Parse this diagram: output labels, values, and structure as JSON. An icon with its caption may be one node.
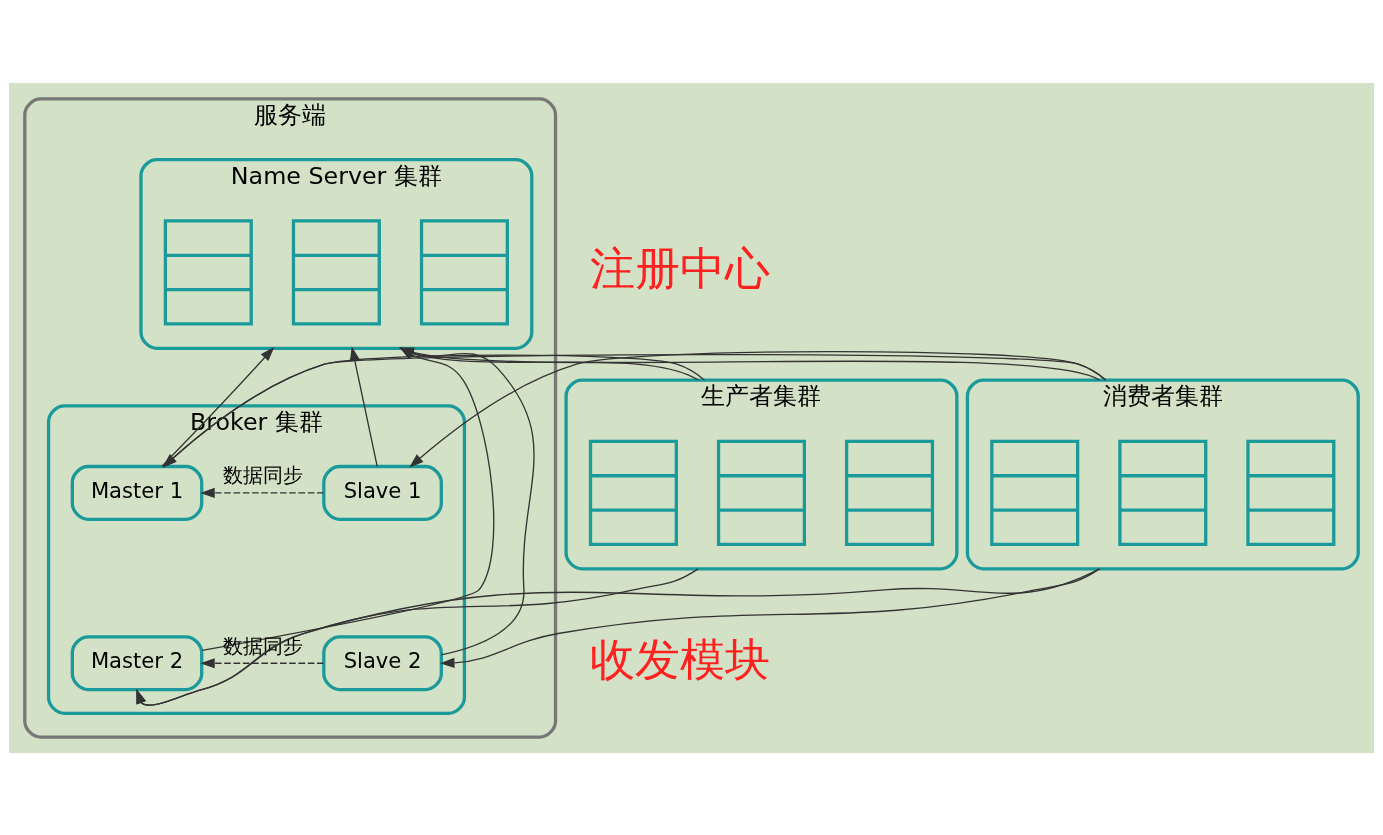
{
  "diagram": {
    "nodes": [
      {
        "text": [
          "服务端"
        ]
      },
      {
        "text": [
          "Name Server 集群"
        ],
        "in": 0
      },
      {
        "text": [],
        "shape": "box",
        "in": 1
      },
      {
        "text": [],
        "shape": "box",
        "in": 1
      },
      {
        "text": [],
        "shape": "box",
        "in": 1
      },
      {
        "text": [
          "Broker 集群"
        ],
        "in": 0
      },
      {
        "text": [
          "Master 1"
        ],
        "in": 5
      },
      {
        "text": [
          "Slave 1"
        ],
        "in": 5
      },
      {
        "text": [
          "Master 2"
        ],
        "in": 5
      },
      {
        "text": [
          "Slave 2"
        ],
        "in": 5
      },
      {
        "text": [
          "生产者集群"
        ]
      },
      {
        "text": [],
        "shape": "box",
        "in": 10
      },
      {
        "text": [],
        "shape": "box",
        "in": 10
      },
      {
        "text": [],
        "shape": "box",
        "in": 10
      },
      {
        "text": [
          "消费者集群"
        ]
      },
      {
        "text": [],
        "shape": "box",
        "in": 14
      },
      {
        "text": [],
        "shape": "box",
        "in": 14
      },
      {
        "text": [],
        "shape": "box",
        "in": 14
      }
    ],
    "edges": [
      {
        "from": 10,
        "to": 1,
        "arrow": "to"
      },
      {
        "from": 10,
        "to": 6,
        "arrow": "to"
      },
      {
        "from": 10,
        "to": 8,
        "arrow": "to"
      },
      {
        "from": 6,
        "to": 1,
        "arrow": "to"
      },
      {
        "from": 8,
        "to": 1,
        "arrow": "to"
      },
      {
        "from": 9,
        "to": 1,
        "arrow": "to"
      },
      {
        "from": 7,
        "to": 1,
        "arrow": "to"
      },
      {
        "from": 7,
        "to": 6,
        "arrow": "to",
        "style": "dashed",
        "label": "数据同步"
      },
      {
        "from": 9,
        "to": 8,
        "arrow": "to",
        "style": "dashed",
        "label": "数据同步"
      },
      {
        "from": 14,
        "to": 1,
        "arrow": "to"
      },
      {
        "from": 14,
        "to": 6,
        "arrow": "to"
      },
      {
        "from": 14,
        "to": 7,
        "arrow": "to"
      },
      {
        "from": 14,
        "to": 8,
        "arrow": "to"
      },
      {
        "from": 14,
        "to": 9,
        "arrow": "to"
      }
    ],
    "labels": [
      "注册中心",
      "收发模块"
    ]
  }
}
